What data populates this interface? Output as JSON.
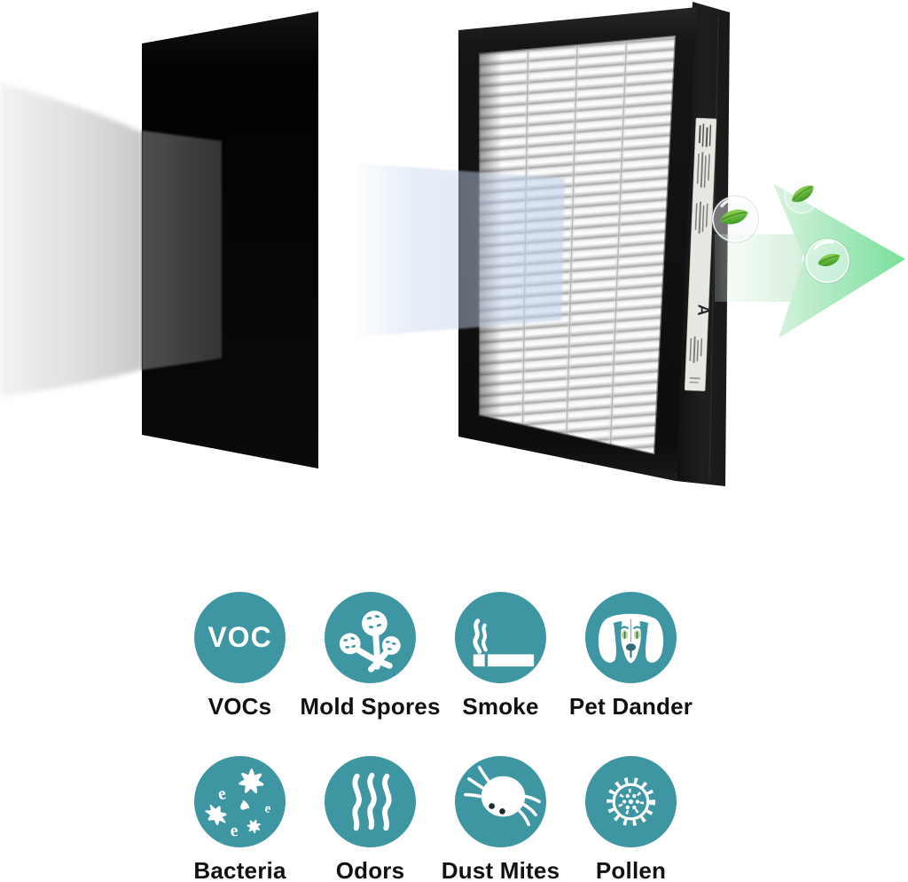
{
  "palette": {
    "teal": "#3e96a3",
    "label_text": "#111111",
    "voc_text": "#ffffff",
    "arrow_green": "#79e09a",
    "arrow_green_light": "#d8f3dd",
    "leaf_green": "#3c9a22",
    "leaf_green_light": "#8ed355",
    "filter_frame_black": "#141414",
    "beam_blue": "#c3d6ec"
  },
  "diagram": {
    "side_label_letter": "A"
  },
  "pollutants": {
    "rows": [
      {
        "items": [
          {
            "icon": "voc-badge-icon",
            "badge_text": "VOC",
            "label": "VOCs"
          },
          {
            "icon": "mold-spores-icon",
            "label": "Mold Spores"
          },
          {
            "icon": "smoke-icon",
            "label": "Smoke"
          },
          {
            "icon": "pet-dander-icon",
            "label": "Pet Dander"
          }
        ]
      },
      {
        "items": [
          {
            "icon": "bacteria-icon",
            "label": "Bacteria"
          },
          {
            "icon": "odors-icon",
            "label": "Odors"
          },
          {
            "icon": "dust-mites-icon",
            "label": "Dust Mites"
          },
          {
            "icon": "pollen-icon",
            "label": "Pollen"
          }
        ]
      }
    ]
  }
}
